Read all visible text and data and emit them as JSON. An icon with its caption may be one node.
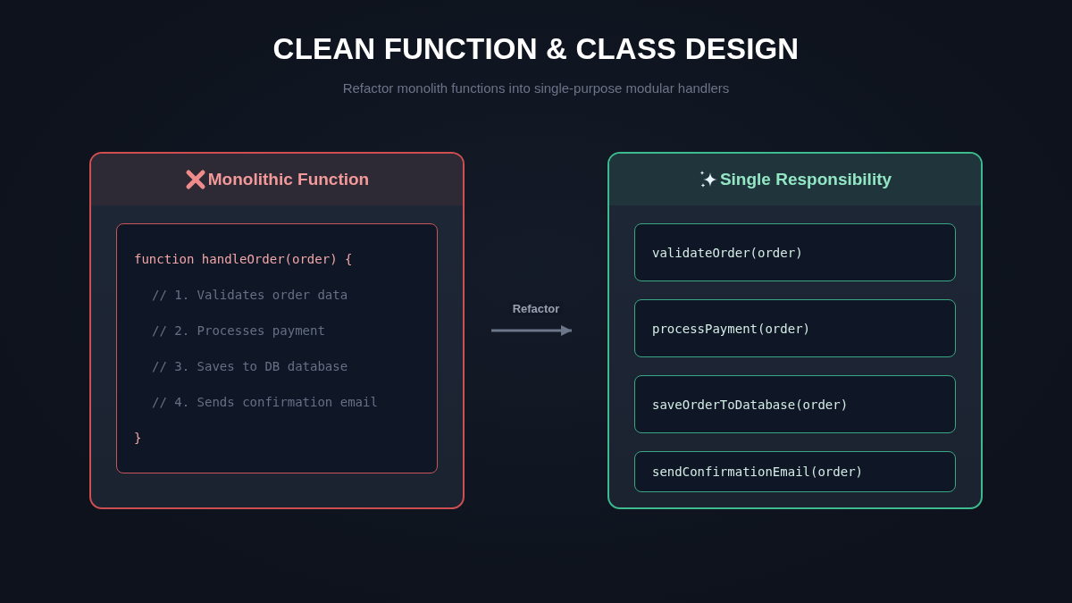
{
  "diagram": {
    "title": "CLEAN FUNCTION & CLASS DESIGN",
    "caption": "Refactor monolith functions into single-purpose modular handlers",
    "nodes": [
      {
        "text": [
          "Monolithic Function"
        ]
      },
      {
        "text": [
          "function handleOrder(order) {",
          "// 1. Validates order data",
          "// 2. Processes payment",
          "// 3. Saves to DB database",
          "// 4. Sends confirmation email",
          "}"
        ],
        "in": 0
      },
      {
        "text": [
          "Single Responsibility"
        ]
      },
      {
        "text": [
          "validateOrder(order)"
        ],
        "in": 2
      },
      {
        "text": [
          "processPayment(order)"
        ],
        "in": 2
      },
      {
        "text": [
          "saveOrderToDatabase(order)"
        ],
        "in": 2
      },
      {
        "text": [
          "sendConfirmationEmail(order)"
        ],
        "in": 2
      }
    ],
    "edges": [
      {
        "from": 0,
        "to": 2,
        "arrow": "to",
        "label": "Refactor"
      }
    ]
  }
}
